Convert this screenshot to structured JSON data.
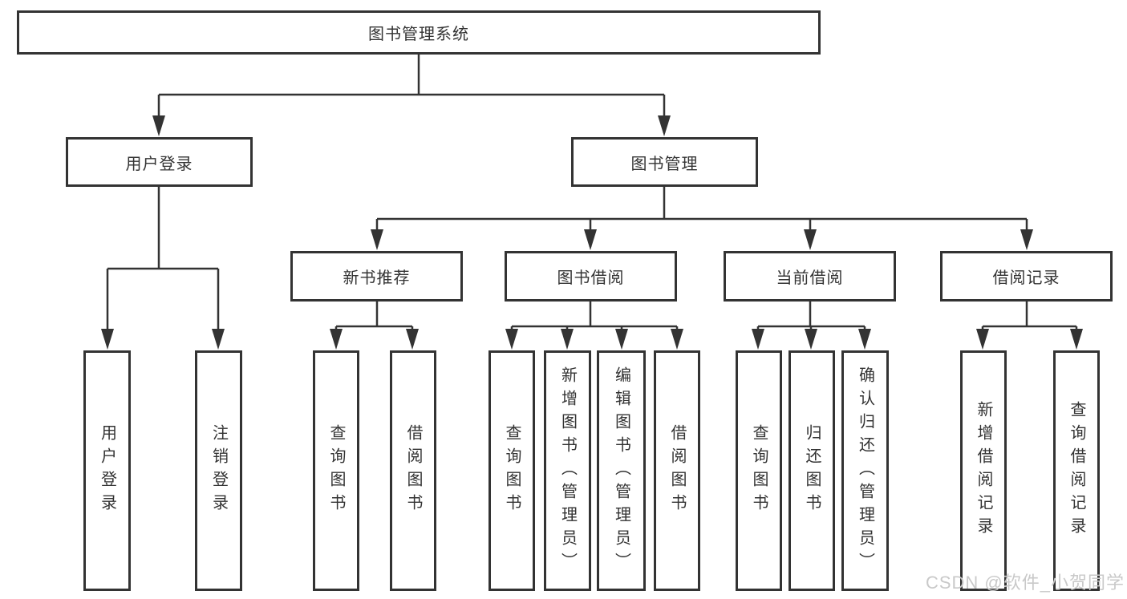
{
  "diagram": {
    "root": {
      "label": "图书管理系统"
    },
    "branches": [
      {
        "label": "用户登录",
        "children": [
          {
            "label": "用户登录"
          },
          {
            "label": "注销登录"
          }
        ]
      },
      {
        "label": "图书管理",
        "groups": [
          {
            "label": "新书推荐",
            "children": [
              {
                "label": "查询图书"
              },
              {
                "label": "借阅图书"
              }
            ]
          },
          {
            "label": "图书借阅",
            "children": [
              {
                "label": "查询图书"
              },
              {
                "label": "新增图书（管理员）"
              },
              {
                "label": "编辑图书（管理员）"
              },
              {
                "label": "借阅图书"
              }
            ]
          },
          {
            "label": "当前借阅",
            "children": [
              {
                "label": "查询图书"
              },
              {
                "label": "归还图书"
              },
              {
                "label": "确认归还（管理员）"
              }
            ]
          },
          {
            "label": "借阅记录",
            "children": [
              {
                "label": "新增借阅记录"
              },
              {
                "label": "查询借阅记录"
              }
            ]
          }
        ]
      }
    ]
  },
  "watermark": {
    "text": "CSDN @软件_小贺同学"
  },
  "colors": {
    "line": "#333333",
    "text": "#333333",
    "box_background": "#ffffff",
    "page_background": "#ffffff",
    "watermark": "#c9c9c9"
  }
}
